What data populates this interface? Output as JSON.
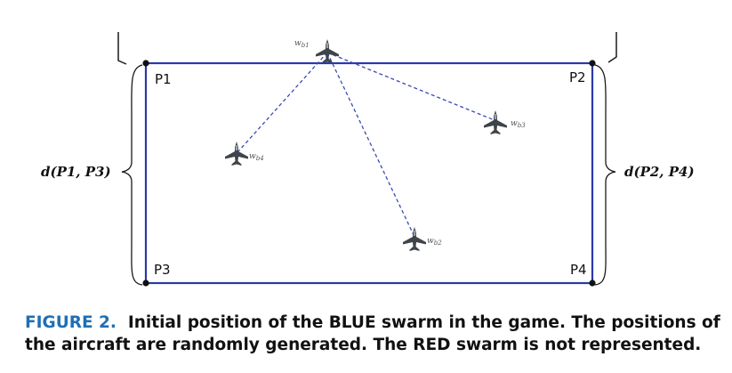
{
  "figure": {
    "corners": {
      "p1": "P1",
      "p2": "P2",
      "p3": "P3",
      "p4": "P4"
    },
    "distances": {
      "left": "d(P1, P3)",
      "right": "d(P2, P4)"
    },
    "aircraft": {
      "wb1": "w",
      "wb2": "w",
      "wb3": "w",
      "wb4": "w",
      "sub1": "b1",
      "sub2": "b2",
      "sub3": "b3",
      "sub4": "b4"
    },
    "colors": {
      "field_border": "#2b39a8",
      "dashed_link": "#3a4bb5",
      "caption_tag": "#1f6fb5"
    }
  },
  "caption": {
    "tag": "FIGURE 2.",
    "text": "Initial position of the BLUE swarm in the game. The positions of the aircraft are randomly generated. The RED swarm is not represented."
  }
}
